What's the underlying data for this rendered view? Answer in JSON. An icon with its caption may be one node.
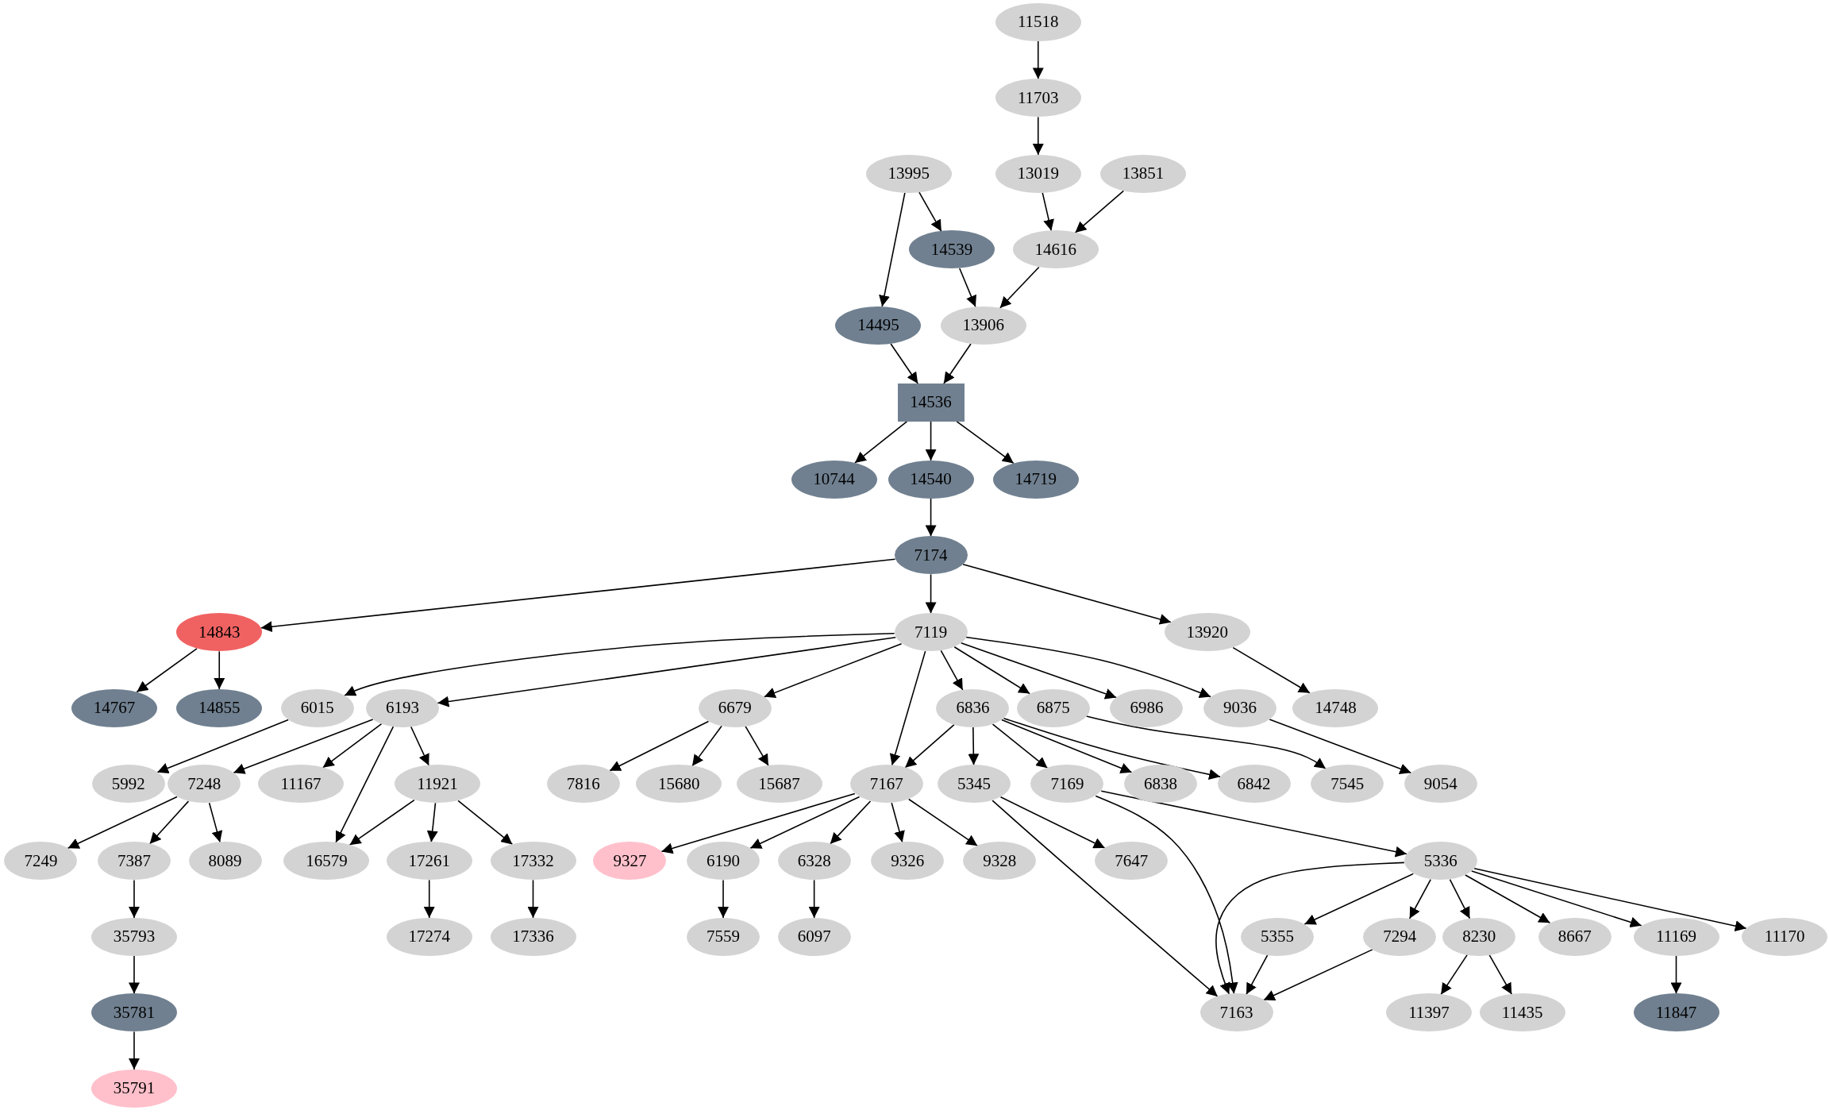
{
  "diagram": {
    "nodes": [
      {
        "text": [
          "11518"
        ]
      },
      {
        "text": [
          "11703"
        ]
      },
      {
        "text": [
          "13995"
        ]
      },
      {
        "text": [
          "13019"
        ]
      },
      {
        "text": [
          "13851"
        ]
      },
      {
        "text": [
          "14539"
        ]
      },
      {
        "text": [
          "14616"
        ]
      },
      {
        "text": [
          "14495"
        ]
      },
      {
        "text": [
          "13906"
        ]
      },
      {
        "text": [
          "14536"
        ]
      },
      {
        "text": [
          "10744"
        ]
      },
      {
        "text": [
          "14540"
        ]
      },
      {
        "text": [
          "14719"
        ]
      },
      {
        "text": [
          "7174"
        ]
      },
      {
        "text": [
          "14843"
        ]
      },
      {
        "text": [
          "7119"
        ]
      },
      {
        "text": [
          "13920"
        ]
      },
      {
        "text": [
          "14767"
        ]
      },
      {
        "text": [
          "14855"
        ]
      },
      {
        "text": [
          "6015"
        ]
      },
      {
        "text": [
          "6193"
        ]
      },
      {
        "text": [
          "6679"
        ]
      },
      {
        "text": [
          "6836"
        ]
      },
      {
        "text": [
          "6875"
        ]
      },
      {
        "text": [
          "6986"
        ]
      },
      {
        "text": [
          "9036"
        ]
      },
      {
        "text": [
          "14748"
        ]
      },
      {
        "text": [
          "5992"
        ]
      },
      {
        "text": [
          "7248"
        ]
      },
      {
        "text": [
          "11167"
        ]
      },
      {
        "text": [
          "11921"
        ]
      },
      {
        "text": [
          "7816"
        ]
      },
      {
        "text": [
          "15680"
        ]
      },
      {
        "text": [
          "15687"
        ]
      },
      {
        "text": [
          "7167"
        ]
      },
      {
        "text": [
          "5345"
        ]
      },
      {
        "text": [
          "7169"
        ]
      },
      {
        "text": [
          "6838"
        ]
      },
      {
        "text": [
          "6842"
        ]
      },
      {
        "text": [
          "7545"
        ]
      },
      {
        "text": [
          "9054"
        ]
      },
      {
        "text": [
          "7249"
        ]
      },
      {
        "text": [
          "7387"
        ]
      },
      {
        "text": [
          "8089"
        ]
      },
      {
        "text": [
          "16579"
        ]
      },
      {
        "text": [
          "17261"
        ]
      },
      {
        "text": [
          "17332"
        ]
      },
      {
        "text": [
          "9327"
        ]
      },
      {
        "text": [
          "6190"
        ]
      },
      {
        "text": [
          "6328"
        ]
      },
      {
        "text": [
          "9326"
        ]
      },
      {
        "text": [
          "9328"
        ]
      },
      {
        "text": [
          "7647"
        ]
      },
      {
        "text": [
          "5336"
        ]
      },
      {
        "text": [
          "35793"
        ]
      },
      {
        "text": [
          "17274"
        ]
      },
      {
        "text": [
          "17336"
        ]
      },
      {
        "text": [
          "7559"
        ]
      },
      {
        "text": [
          "6097"
        ]
      },
      {
        "text": [
          "5355"
        ]
      },
      {
        "text": [
          "7294"
        ]
      },
      {
        "text": [
          "8230"
        ]
      },
      {
        "text": [
          "8667"
        ]
      },
      {
        "text": [
          "11169"
        ]
      },
      {
        "text": [
          "11170"
        ]
      },
      {
        "text": [
          "35781"
        ]
      },
      {
        "text": [
          "7163"
        ]
      },
      {
        "text": [
          "11397"
        ]
      },
      {
        "text": [
          "11435"
        ]
      },
      {
        "text": [
          "11847"
        ]
      },
      {
        "text": [
          "35791"
        ]
      }
    ],
    "edges": [
      {
        "from": 0,
        "to": 1,
        "arrow": "to"
      },
      {
        "from": 1,
        "to": 3,
        "arrow": "to"
      },
      {
        "from": 2,
        "to": 5,
        "arrow": "to"
      },
      {
        "from": 2,
        "to": 7,
        "arrow": "to"
      },
      {
        "from": 3,
        "to": 6,
        "arrow": "to"
      },
      {
        "from": 4,
        "to": 6,
        "arrow": "to"
      },
      {
        "from": 5,
        "to": 8,
        "arrow": "to"
      },
      {
        "from": 6,
        "to": 8,
        "arrow": "to"
      },
      {
        "from": 7,
        "to": 9,
        "arrow": "to"
      },
      {
        "from": 8,
        "to": 9,
        "arrow": "to"
      },
      {
        "from": 9,
        "to": 10,
        "arrow": "to"
      },
      {
        "from": 9,
        "to": 11,
        "arrow": "to"
      },
      {
        "from": 9,
        "to": 12,
        "arrow": "to"
      },
      {
        "from": 11,
        "to": 13,
        "arrow": "to"
      },
      {
        "from": 13,
        "to": 14,
        "arrow": "to"
      },
      {
        "from": 13,
        "to": 15,
        "arrow": "to"
      },
      {
        "from": 13,
        "to": 16,
        "arrow": "to"
      },
      {
        "from": 14,
        "to": 17,
        "arrow": "to"
      },
      {
        "from": 14,
        "to": 18,
        "arrow": "to"
      },
      {
        "from": 15,
        "to": 19,
        "arrow": "to"
      },
      {
        "from": 15,
        "to": 20,
        "arrow": "to"
      },
      {
        "from": 15,
        "to": 21,
        "arrow": "to"
      },
      {
        "from": 15,
        "to": 34,
        "arrow": "to"
      },
      {
        "from": 15,
        "to": 22,
        "arrow": "to"
      },
      {
        "from": 15,
        "to": 23,
        "arrow": "to"
      },
      {
        "from": 15,
        "to": 24,
        "arrow": "to"
      },
      {
        "from": 15,
        "to": 25,
        "arrow": "to"
      },
      {
        "from": 16,
        "to": 26,
        "arrow": "to"
      },
      {
        "from": 19,
        "to": 27,
        "arrow": "to"
      },
      {
        "from": 20,
        "to": 28,
        "arrow": "to"
      },
      {
        "from": 20,
        "to": 29,
        "arrow": "to"
      },
      {
        "from": 20,
        "to": 30,
        "arrow": "to"
      },
      {
        "from": 20,
        "to": 44,
        "arrow": "to"
      },
      {
        "from": 21,
        "to": 31,
        "arrow": "to"
      },
      {
        "from": 21,
        "to": 32,
        "arrow": "to"
      },
      {
        "from": 21,
        "to": 33,
        "arrow": "to"
      },
      {
        "from": 22,
        "to": 34,
        "arrow": "to"
      },
      {
        "from": 22,
        "to": 35,
        "arrow": "to"
      },
      {
        "from": 22,
        "to": 36,
        "arrow": "to"
      },
      {
        "from": 22,
        "to": 37,
        "arrow": "to"
      },
      {
        "from": 22,
        "to": 38,
        "arrow": "to"
      },
      {
        "from": 23,
        "to": 39,
        "arrow": "to"
      },
      {
        "from": 25,
        "to": 40,
        "arrow": "to"
      },
      {
        "from": 28,
        "to": 41,
        "arrow": "to"
      },
      {
        "from": 28,
        "to": 42,
        "arrow": "to"
      },
      {
        "from": 28,
        "to": 43,
        "arrow": "to"
      },
      {
        "from": 30,
        "to": 44,
        "arrow": "to"
      },
      {
        "from": 30,
        "to": 45,
        "arrow": "to"
      },
      {
        "from": 30,
        "to": 46,
        "arrow": "to"
      },
      {
        "from": 34,
        "to": 47,
        "arrow": "to"
      },
      {
        "from": 34,
        "to": 48,
        "arrow": "to"
      },
      {
        "from": 34,
        "to": 49,
        "arrow": "to"
      },
      {
        "from": 34,
        "to": 50,
        "arrow": "to"
      },
      {
        "from": 34,
        "to": 51,
        "arrow": "to"
      },
      {
        "from": 35,
        "to": 52,
        "arrow": "to"
      },
      {
        "from": 35,
        "to": 66,
        "arrow": "to"
      },
      {
        "from": 36,
        "to": 66,
        "arrow": "to"
      },
      {
        "from": 36,
        "to": 53,
        "arrow": "to"
      },
      {
        "from": 42,
        "to": 54,
        "arrow": "to"
      },
      {
        "from": 45,
        "to": 55,
        "arrow": "to"
      },
      {
        "from": 46,
        "to": 56,
        "arrow": "to"
      },
      {
        "from": 48,
        "to": 57,
        "arrow": "to"
      },
      {
        "from": 49,
        "to": 58,
        "arrow": "to"
      },
      {
        "from": 53,
        "to": 66,
        "arrow": "to"
      },
      {
        "from": 53,
        "to": 59,
        "arrow": "to"
      },
      {
        "from": 53,
        "to": 60,
        "arrow": "to"
      },
      {
        "from": 53,
        "to": 61,
        "arrow": "to"
      },
      {
        "from": 53,
        "to": 62,
        "arrow": "to"
      },
      {
        "from": 53,
        "to": 63,
        "arrow": "to"
      },
      {
        "from": 53,
        "to": 64,
        "arrow": "to"
      },
      {
        "from": 54,
        "to": 65,
        "arrow": "to"
      },
      {
        "from": 59,
        "to": 66,
        "arrow": "to"
      },
      {
        "from": 60,
        "to": 66,
        "arrow": "to"
      },
      {
        "from": 61,
        "to": 67,
        "arrow": "to"
      },
      {
        "from": 61,
        "to": 68,
        "arrow": "to"
      },
      {
        "from": 63,
        "to": 69,
        "arrow": "to"
      },
      {
        "from": 65,
        "to": 70,
        "arrow": "to"
      }
    ]
  }
}
